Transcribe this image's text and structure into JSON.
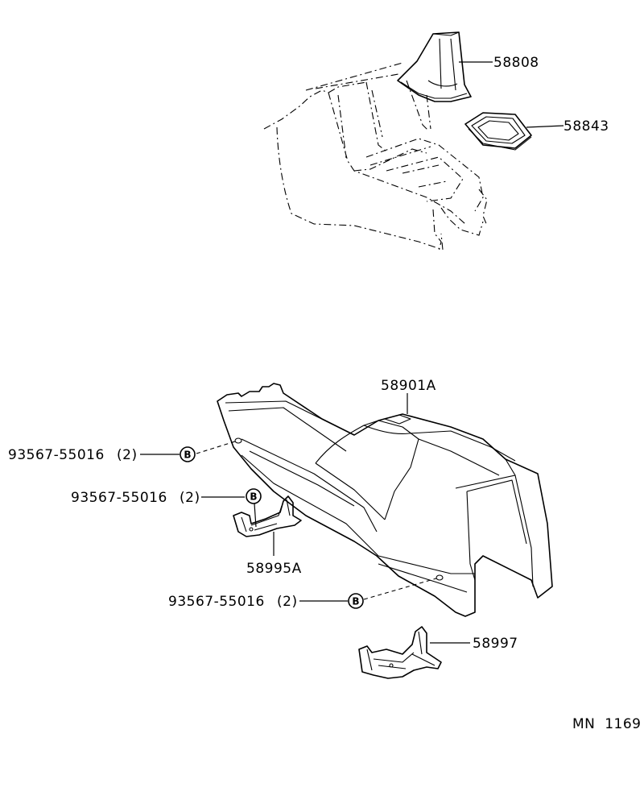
{
  "parts": {
    "p58808": "58808",
    "p58843": "58843",
    "p58901A": "58901A",
    "p58995A": "58995A",
    "p58997": "58997",
    "bolt_1": "93567-55016",
    "bolt_1_qty": "(2)",
    "bolt_2": "93567-55016",
    "bolt_2_qty": "(2)",
    "bolt_3": "93567-55016",
    "bolt_3_qty": "(2)"
  },
  "bolt_marker": "B",
  "figure_code": "MN  1169"
}
